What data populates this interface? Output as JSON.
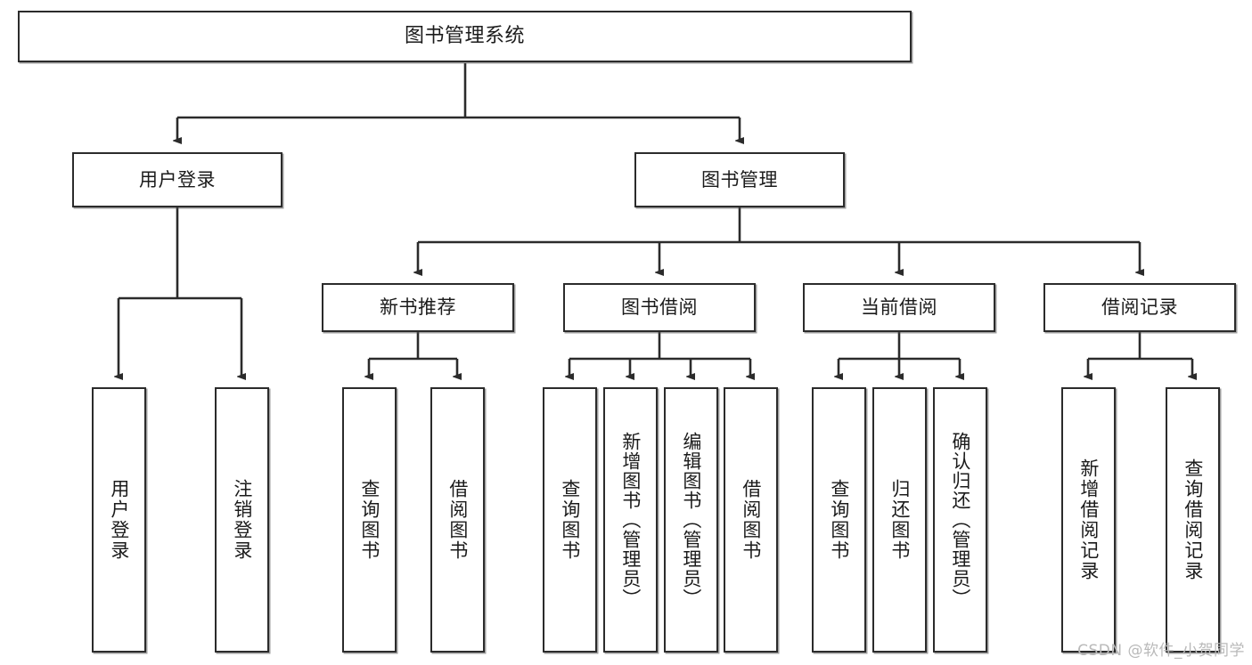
{
  "diagram": {
    "title": "图书管理系统",
    "type": "hierarchy-tree",
    "watermark": "CSDN @软件_小贺同学",
    "colors": {
      "background": "#ffffff",
      "box_border": "#2b2b2b",
      "box_fill": "#ffffff",
      "connector": "#2b2b2b",
      "text": "#1b1b1b",
      "watermark": "#b9b9b9"
    },
    "levels": {
      "root": "图书管理系统",
      "level2": [
        "用户登录",
        "图书管理"
      ],
      "level3": [
        "新书推荐",
        "图书借阅",
        "当前借阅",
        "借阅记录"
      ]
    },
    "nodes": {
      "root": {
        "label": "图书管理系统"
      },
      "user_login": {
        "label": "用户登录"
      },
      "book_manage": {
        "label": "图书管理"
      },
      "new_book_rec": {
        "label": "新书推荐"
      },
      "book_borrow": {
        "label": "图书借阅"
      },
      "current_borrow": {
        "label": "当前借阅"
      },
      "borrow_record": {
        "label": "借阅记录"
      },
      "leaf_user_login": {
        "label": "用户登录"
      },
      "leaf_logout": {
        "label": "注销登录"
      },
      "leaf_query_book_1": {
        "label": "查询图书"
      },
      "leaf_borrow_book_1": {
        "label": "借阅图书"
      },
      "leaf_query_book_2": {
        "label": "查询图书"
      },
      "leaf_add_book": {
        "label": "新增图书（管理员）"
      },
      "leaf_edit_book": {
        "label": "编辑图书（管理员）"
      },
      "leaf_borrow_book_2": {
        "label": "借阅图书"
      },
      "leaf_query_book_3": {
        "label": "查询图书"
      },
      "leaf_return_book": {
        "label": "归还图书"
      },
      "leaf_confirm_return": {
        "label": "确认归还（管理员）"
      },
      "leaf_add_record": {
        "label": "新增借阅记录"
      },
      "leaf_query_record": {
        "label": "查询借阅记录"
      }
    },
    "edges": [
      {
        "from": "图书管理系统",
        "to": "用户登录"
      },
      {
        "from": "图书管理系统",
        "to": "图书管理"
      },
      {
        "from": "用户登录",
        "to": "用户登录"
      },
      {
        "from": "用户登录",
        "to": "注销登录"
      },
      {
        "from": "图书管理",
        "to": "新书推荐"
      },
      {
        "from": "图书管理",
        "to": "图书借阅"
      },
      {
        "from": "图书管理",
        "to": "当前借阅"
      },
      {
        "from": "图书管理",
        "to": "借阅记录"
      },
      {
        "from": "新书推荐",
        "to": "查询图书"
      },
      {
        "from": "新书推荐",
        "to": "借阅图书"
      },
      {
        "from": "图书借阅",
        "to": "查询图书"
      },
      {
        "from": "图书借阅",
        "to": "新增图书（管理员）"
      },
      {
        "from": "图书借阅",
        "to": "编辑图书（管理员）"
      },
      {
        "from": "图书借阅",
        "to": "借阅图书"
      },
      {
        "from": "当前借阅",
        "to": "查询图书"
      },
      {
        "from": "当前借阅",
        "to": "归还图书"
      },
      {
        "from": "当前借阅",
        "to": "确认归还（管理员）"
      },
      {
        "from": "借阅记录",
        "to": "新增借阅记录"
      },
      {
        "from": "借阅记录",
        "to": "查询借阅记录"
      }
    ]
  }
}
